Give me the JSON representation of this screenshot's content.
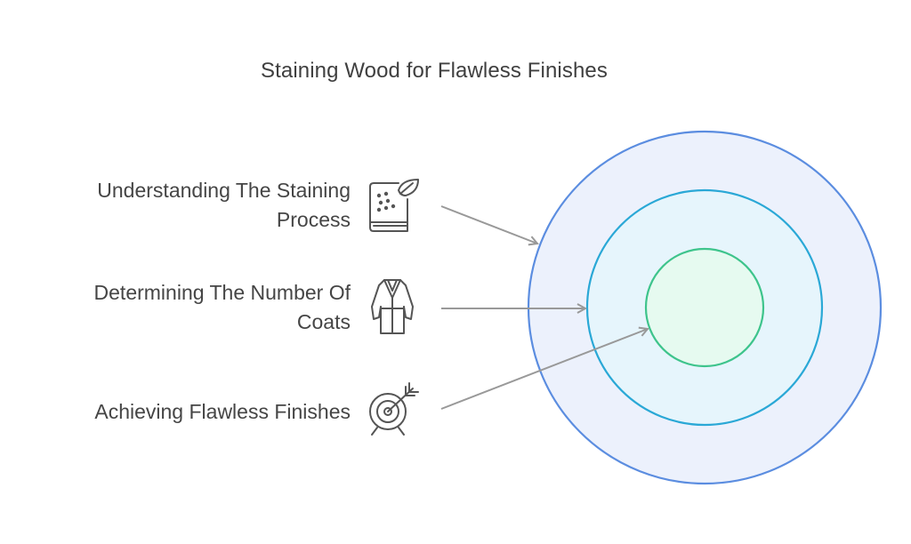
{
  "title": "Staining Wood for Flawless Finishes",
  "items": [
    {
      "label": "Understanding The Staining\nProcess",
      "icon": "book-leaf-icon"
    },
    {
      "label": "Determining The Number Of\nCoats",
      "icon": "robe-icon"
    },
    {
      "label": "Achieving Flawless Finishes",
      "icon": "target-arrow-icon"
    }
  ],
  "rings": [
    {
      "level": "outer",
      "fill": "#ecf1fc",
      "stroke": "#5b8de0"
    },
    {
      "level": "middle",
      "fill": "#e6f5fc",
      "stroke": "#2aa8d6"
    },
    {
      "level": "inner",
      "fill": "#e6faf0",
      "stroke": "#3ec48c"
    }
  ],
  "colors": {
    "arrow": "#999999",
    "icon": "#555555",
    "text": "#454545"
  }
}
